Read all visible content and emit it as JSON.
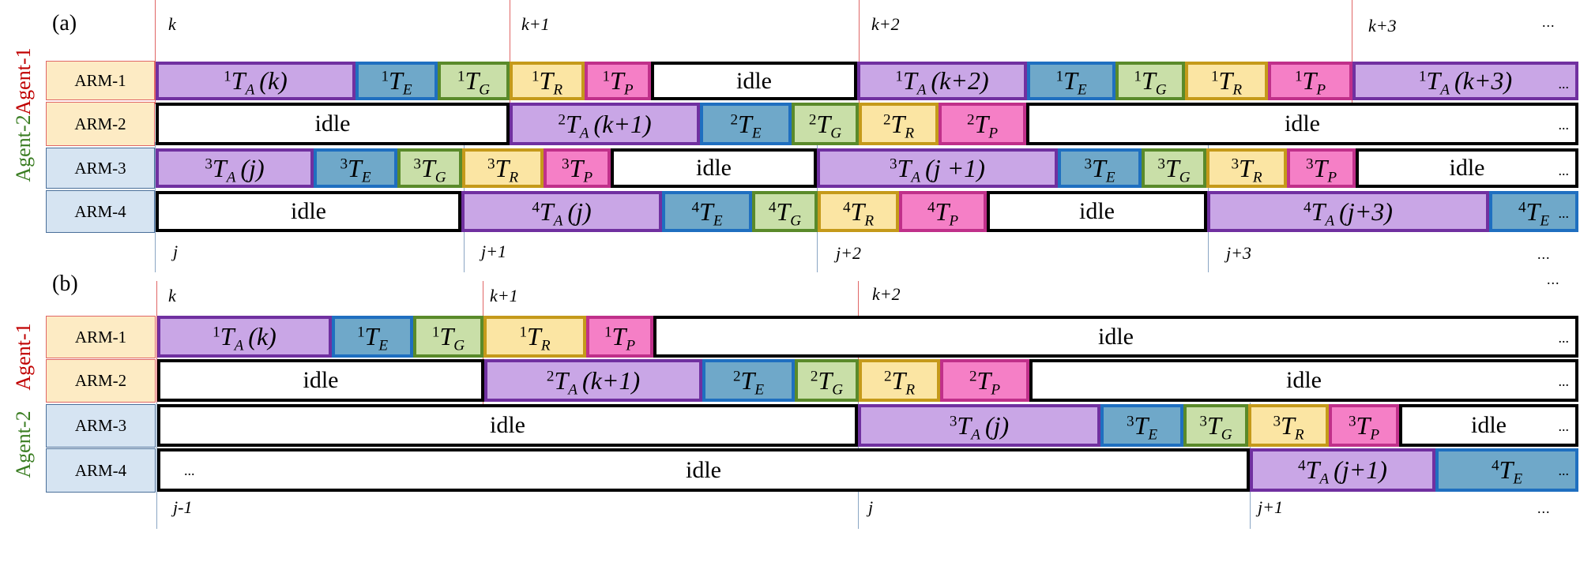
{
  "panels": [
    {
      "id": "a",
      "label": "(a)",
      "agents": [
        {
          "label": "Agent-1",
          "color": "#c00000"
        },
        {
          "label": "Agent-2",
          "color": "#3a7d22"
        }
      ],
      "arms": [
        "ARM-1",
        "ARM-2",
        "ARM-3",
        "ARM-4"
      ],
      "top_ticks": [
        "k",
        "k+1",
        "k+2",
        "k+3",
        "..."
      ],
      "bottom_ticks": [
        "j",
        "j+1",
        "j+2",
        "j+3",
        "..."
      ],
      "rows": [
        [
          {
            "type": "task",
            "robot": "1",
            "task": "A",
            "arg": "(k)"
          },
          {
            "type": "task",
            "robot": "1",
            "task": "E"
          },
          {
            "type": "task",
            "robot": "1",
            "task": "G"
          },
          {
            "type": "task",
            "robot": "1",
            "task": "R"
          },
          {
            "type": "task",
            "robot": "1",
            "task": "P"
          },
          {
            "type": "idle",
            "text": "idle"
          },
          {
            "type": "task",
            "robot": "1",
            "task": "A",
            "arg": "(k+2)"
          },
          {
            "type": "task",
            "robot": "1",
            "task": "E"
          },
          {
            "type": "task",
            "robot": "1",
            "task": "G"
          },
          {
            "type": "task",
            "robot": "1",
            "task": "R"
          },
          {
            "type": "task",
            "robot": "1",
            "task": "P"
          },
          {
            "type": "task",
            "robot": "1",
            "task": "A",
            "arg": "(k+3)",
            "more": "..."
          }
        ],
        [
          {
            "type": "idle",
            "text": "idle"
          },
          {
            "type": "task",
            "robot": "2",
            "task": "A",
            "arg": "(k+1)"
          },
          {
            "type": "task",
            "robot": "2",
            "task": "E"
          },
          {
            "type": "task",
            "robot": "2",
            "task": "G"
          },
          {
            "type": "task",
            "robot": "2",
            "task": "R"
          },
          {
            "type": "task",
            "robot": "2",
            "task": "P"
          },
          {
            "type": "idle",
            "text": "idle",
            "more": "..."
          }
        ],
        [
          {
            "type": "task",
            "robot": "3",
            "task": "A",
            "arg": "(j)"
          },
          {
            "type": "task",
            "robot": "3",
            "task": "E"
          },
          {
            "type": "task",
            "robot": "3",
            "task": "G"
          },
          {
            "type": "task",
            "robot": "3",
            "task": "R"
          },
          {
            "type": "task",
            "robot": "3",
            "task": "P"
          },
          {
            "type": "idle",
            "text": "idle"
          },
          {
            "type": "task",
            "robot": "3",
            "task": "A",
            "arg": "(j +1)"
          },
          {
            "type": "task",
            "robot": "3",
            "task": "E"
          },
          {
            "type": "task",
            "robot": "3",
            "task": "G"
          },
          {
            "type": "task",
            "robot": "3",
            "task": "R"
          },
          {
            "type": "task",
            "robot": "3",
            "task": "P"
          },
          {
            "type": "idle",
            "text": "idle",
            "more": "..."
          }
        ],
        [
          {
            "type": "idle",
            "text": "idle"
          },
          {
            "type": "task",
            "robot": "4",
            "task": "A",
            "arg": "(j)"
          },
          {
            "type": "task",
            "robot": "4",
            "task": "E"
          },
          {
            "type": "task",
            "robot": "4",
            "task": "G"
          },
          {
            "type": "task",
            "robot": "4",
            "task": "R"
          },
          {
            "type": "task",
            "robot": "4",
            "task": "P"
          },
          {
            "type": "idle",
            "text": "idle"
          },
          {
            "type": "task",
            "robot": "4",
            "task": "A",
            "arg": "(j+3)"
          },
          {
            "type": "task",
            "robot": "4",
            "task": "E",
            "more": "..."
          }
        ]
      ]
    },
    {
      "id": "b",
      "label": "(b)",
      "agents": [
        {
          "label": "Agent-1",
          "color": "#c00000"
        },
        {
          "label": "Agent-2",
          "color": "#3a7d22"
        }
      ],
      "arms": [
        "ARM-1",
        "ARM-2",
        "ARM-3",
        "ARM-4"
      ],
      "top_ticks": [
        "k",
        "k+1",
        "k+2",
        "..."
      ],
      "bottom_ticks": [
        "j-1",
        "j",
        "j+1",
        "..."
      ],
      "rows": [
        [
          {
            "type": "task",
            "robot": "1",
            "task": "A",
            "arg": "(k)"
          },
          {
            "type": "task",
            "robot": "1",
            "task": "E"
          },
          {
            "type": "task",
            "robot": "1",
            "task": "G"
          },
          {
            "type": "task",
            "robot": "1",
            "task": "R"
          },
          {
            "type": "task",
            "robot": "1",
            "task": "P"
          },
          {
            "type": "idle",
            "text": "idle",
            "more": "..."
          }
        ],
        [
          {
            "type": "idle",
            "text": "idle"
          },
          {
            "type": "task",
            "robot": "2",
            "task": "A",
            "arg": "(k+1)"
          },
          {
            "type": "task",
            "robot": "2",
            "task": "E"
          },
          {
            "type": "task",
            "robot": "2",
            "task": "G"
          },
          {
            "type": "task",
            "robot": "2",
            "task": "R"
          },
          {
            "type": "task",
            "robot": "2",
            "task": "P"
          },
          {
            "type": "idle",
            "text": "idle",
            "more": "..."
          }
        ],
        [
          {
            "type": "idle",
            "text": "idle"
          },
          {
            "type": "task",
            "robot": "3",
            "task": "A",
            "arg": "(j)"
          },
          {
            "type": "task",
            "robot": "3",
            "task": "E"
          },
          {
            "type": "task",
            "robot": "3",
            "task": "G"
          },
          {
            "type": "task",
            "robot": "3",
            "task": "R"
          },
          {
            "type": "task",
            "robot": "3",
            "task": "P"
          },
          {
            "type": "idle",
            "text": "idle",
            "more": "..."
          }
        ],
        [
          {
            "type": "idle",
            "text": "idle",
            "lead": "..."
          },
          {
            "type": "task",
            "robot": "4",
            "task": "A",
            "arg": "(j+1)"
          },
          {
            "type": "task",
            "robot": "4",
            "task": "E",
            "more": "..."
          }
        ]
      ]
    }
  ],
  "task_colors": {
    "A": {
      "fill": "#c9a6e6",
      "border": "#7030a0"
    },
    "E": {
      "fill": "#6fa8c9",
      "border": "#1f6fc0"
    },
    "G": {
      "fill": "#c9dfa8",
      "border": "#5a8a2a"
    },
    "R": {
      "fill": "#fbe5a3",
      "border": "#c59a1a"
    },
    "P": {
      "fill": "#f57fc6",
      "border": "#c0308a"
    }
  },
  "arm_colors": {
    "agent1_fill": "#fdebc4",
    "agent1_border": "#e06666",
    "agent2_fill": "#d6e4f2",
    "agent2_border": "#4a6f9a"
  }
}
